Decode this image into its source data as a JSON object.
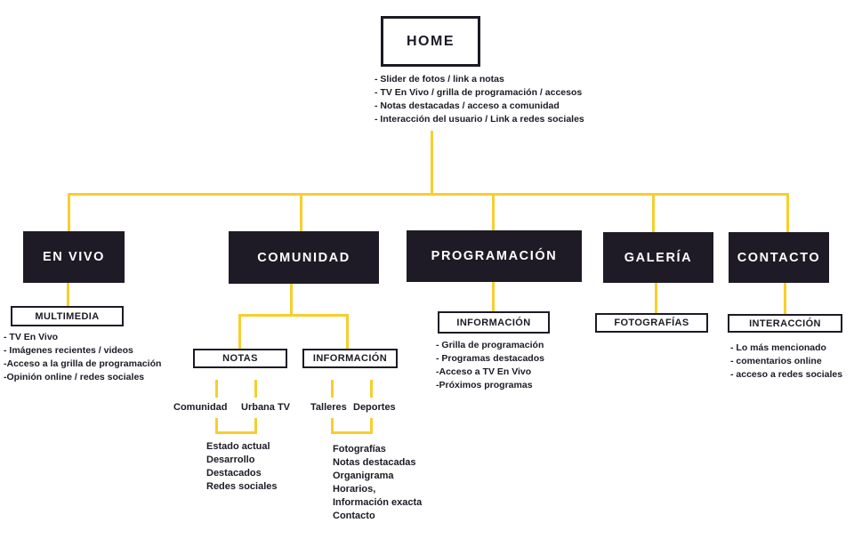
{
  "colors": {
    "accent_yellow": "#F8CE2D",
    "node_dark": "#1E1B26",
    "text_dark": "#1D1A25"
  },
  "home": {
    "label": "HOME",
    "notes": [
      "- Slider de fotos / link a notas",
      "- TV En Vivo / grilla de programación / accesos",
      "- Notas destacadas / acceso a comunidad",
      "- Interacción del usuario / Link a redes sociales"
    ]
  },
  "en_vivo": {
    "label": "EN VIVO",
    "sub_label": "MULTIMEDIA",
    "notes": [
      "- TV En Vivo",
      "- Imágenes recientes / videos",
      "-Acceso a la grilla de programación",
      "-Opinión online / redes sociales"
    ]
  },
  "comunidad": {
    "label": "COMUNIDAD",
    "notas": {
      "label": "NOTAS",
      "children": [
        "Comunidad",
        "Urbana TV"
      ],
      "details": [
        "Estado actual",
        "Desarrollo",
        "Destacados",
        "Redes sociales"
      ]
    },
    "informacion": {
      "label": "INFORMACIÓN",
      "children": [
        "Talleres",
        "Deportes"
      ],
      "details": [
        "Fotografías",
        "Notas destacadas",
        "Organigrama",
        "Horarios,",
        "Información exacta",
        "Contacto"
      ]
    }
  },
  "programacion": {
    "label": "PROGRAMACIÓN",
    "sub_label": "INFORMACIÓN",
    "notes": [
      "- Grilla de programación",
      "- Programas destacados",
      "-Acceso a TV En Vivo",
      "-Próximos programas"
    ]
  },
  "galeria": {
    "label": "GALERÍA",
    "sub_label": "FOTOGRAFÍAS"
  },
  "contacto": {
    "label": "CONTACTO",
    "sub_label": "INTERACCIÓN",
    "notes": [
      "- Lo más mencionado",
      "- comentarios online",
      "- acceso a redes sociales"
    ]
  }
}
